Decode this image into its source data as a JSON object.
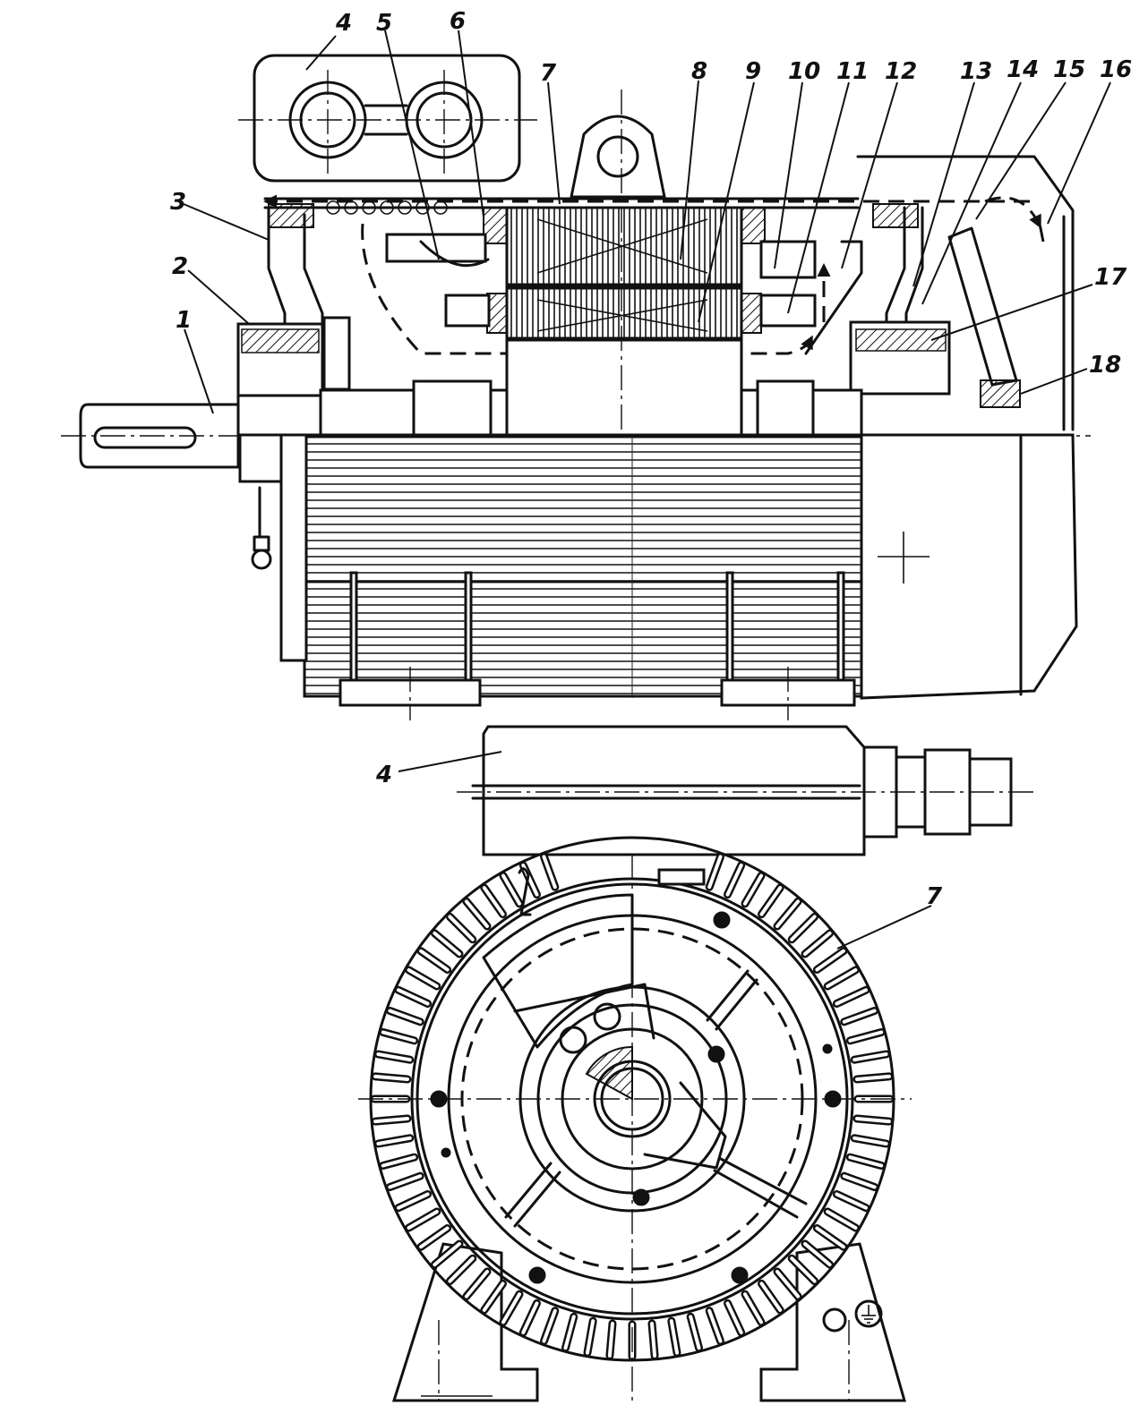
{
  "callouts": [
    {
      "id": "1",
      "text": "1"
    },
    {
      "id": "2",
      "text": "2"
    },
    {
      "id": "3",
      "text": "3"
    },
    {
      "id": "4",
      "text": "4"
    },
    {
      "id": "5",
      "text": "5"
    },
    {
      "id": "6",
      "text": "6"
    },
    {
      "id": "7",
      "text": "7"
    },
    {
      "id": "8",
      "text": "8"
    },
    {
      "id": "9",
      "text": "9"
    },
    {
      "id": "10",
      "text": "10"
    },
    {
      "id": "11",
      "text": "11"
    },
    {
      "id": "12",
      "text": "12"
    },
    {
      "id": "13",
      "text": "13"
    },
    {
      "id": "14",
      "text": "14"
    },
    {
      "id": "15",
      "text": "15"
    },
    {
      "id": "16",
      "text": "16"
    },
    {
      "id": "17",
      "text": "17"
    },
    {
      "id": "18",
      "text": "18"
    },
    {
      "id": "4b",
      "text": "4"
    },
    {
      "id": "7b",
      "text": "7"
    }
  ],
  "symbols": {
    "ground": "ground-symbol"
  }
}
